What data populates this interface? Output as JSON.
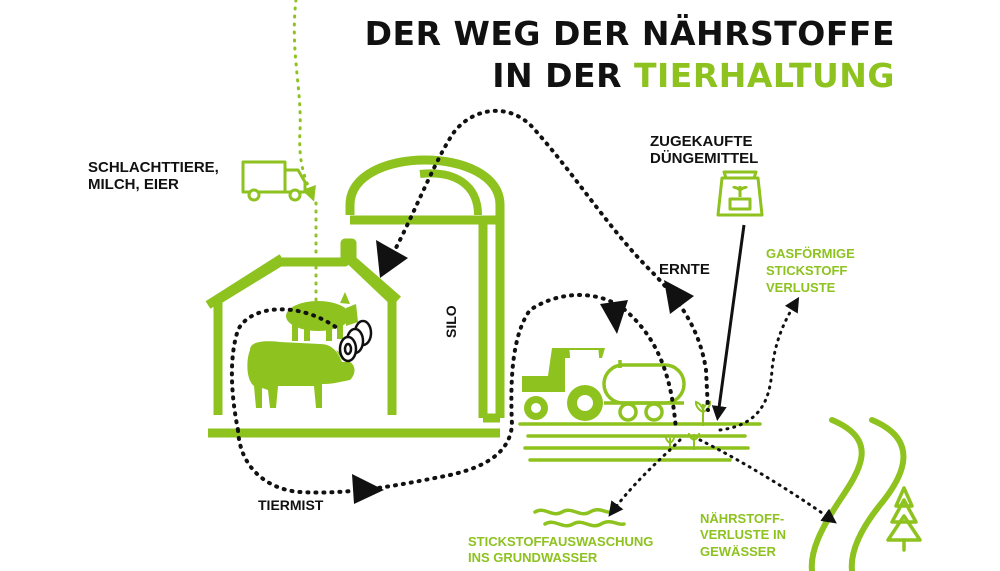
{
  "title": {
    "line1": "DER WEG DER NÄHRSTOFFE",
    "line2_prefix": "IN DER",
    "line2_highlight": "TIERHALTUNG"
  },
  "labels": {
    "slaughter_line1": "SCHLACHTTIERE,",
    "slaughter_line2": "MILCH, EIER",
    "fertilizer_line1": "ZUGEKAUFTE",
    "fertilizer_line2": "DÜNGEMITTEL",
    "gas_line1": "GASFÖRMIGE",
    "gas_line2": "STICKSTOFF",
    "gas_line3": "VERLUSTE",
    "harvest": "ERNTE",
    "silo": "SILO",
    "manure": "TIERMIST",
    "leaching_line1": "STICKSTOFFAUSWASCHUNG",
    "leaching_line2": "INS GRUNDWASSER",
    "water_line1": "NÄHRSTOFF-",
    "water_line2": "VERLUSTE IN",
    "water_line3": "GEWÄSSER"
  },
  "colors": {
    "accent_green": "#8dc21f",
    "dark": "#111111"
  },
  "icons": [
    "truck-icon",
    "fertilizer-bag-icon",
    "pig-icon",
    "cow-icon",
    "hay-bale-icon",
    "barn-icon",
    "silo-icon",
    "tractor-icon",
    "manure-tank-icon",
    "plant-icon",
    "river-icon",
    "tree-icon",
    "water-wave-icon"
  ]
}
